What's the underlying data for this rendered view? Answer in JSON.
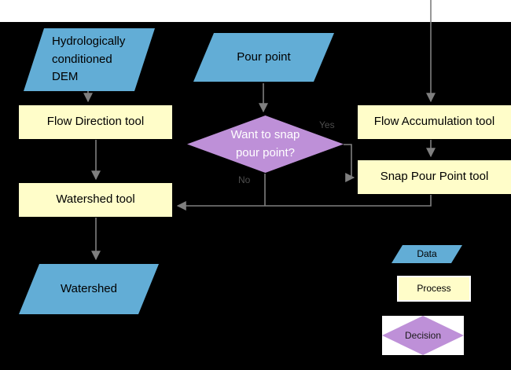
{
  "diagram_type": "flowchart",
  "colors": {
    "c-data": "#62add6",
    "c-process": "#fffdc9",
    "c-decision": "#be90d8",
    "c-arrow": "#7f7f7f",
    "c-node-text": "#000000",
    "c-decision-text": "#ffffff",
    "c-edge-label": "#4d4d4d",
    "c-bg": "#000000",
    "c-band": "#ffffff"
  },
  "nodes": {
    "dem": {
      "label": "Hydrologically\nconditioned\nDEM",
      "shape": "data"
    },
    "pour_point": {
      "label": "Pour point",
      "shape": "data"
    },
    "flow_direction": {
      "label": "Flow Direction tool",
      "shape": "process"
    },
    "flow_accumulation": {
      "label": "Flow Accumulation tool",
      "shape": "process"
    },
    "decision": {
      "label": "Want to snap\npour point?",
      "shape": "decision"
    },
    "snap_pour_point": {
      "label": "Snap Pour Point tool",
      "shape": "process"
    },
    "watershed_tool": {
      "label": "Watershed tool",
      "shape": "process"
    },
    "watershed": {
      "label": "Watershed",
      "shape": "data"
    }
  },
  "edge_labels": {
    "yes": "Yes",
    "no": "No"
  },
  "edges": [
    {
      "from": "dem",
      "to": "flow_direction"
    },
    {
      "from": "pour_point",
      "to": "decision"
    },
    {
      "from": "top_edge",
      "to": "flow_accumulation"
    },
    {
      "from": "flow_direction",
      "to": "watershed_tool"
    },
    {
      "from": "decision",
      "to": "snap_pour_point",
      "label": "Yes"
    },
    {
      "from": "decision",
      "to": "watershed_tool",
      "label": "No"
    },
    {
      "from": "flow_accumulation",
      "to": "snap_pour_point"
    },
    {
      "from": "snap_pour_point",
      "to": "watershed_tool"
    },
    {
      "from": "watershed_tool",
      "to": "watershed"
    }
  ],
  "legend": {
    "data": "Data",
    "process": "Process",
    "decision": "Decision"
  }
}
